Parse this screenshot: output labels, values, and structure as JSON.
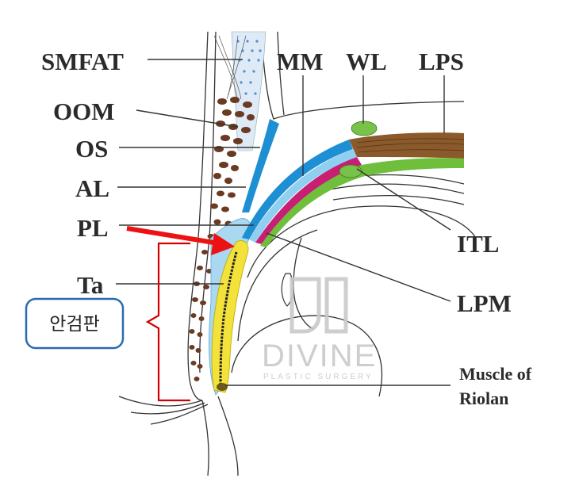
{
  "labels": {
    "smfat": "SMFAT",
    "oom": "OOM",
    "os": "OS",
    "al": "AL",
    "pl": "PL",
    "ta": "Ta",
    "mm": "MM",
    "wl": "WL",
    "lps": "LPS",
    "itl": "ITL",
    "lpm": "LPM",
    "riolan_line1": "Muscle of",
    "riolan_line2": "Riolan"
  },
  "callout": "안검판",
  "watermark": {
    "name": "DIVINE",
    "subtitle": "PLASTIC SURGERY"
  },
  "colors": {
    "fat": "#dfeaf7",
    "muscle_dots": "#6b3a22",
    "orbital_septum": "#1f8fd4",
    "levator_aponeurosis": "#1f8fd4",
    "tarsus_background": "#a9d8f0",
    "tarsus": "#f2e23a",
    "muller_muscle": "#c81e74",
    "green_layer": "#6fbf3d",
    "lps": "#8b5a2b",
    "arrow": "#ee1111",
    "bracket": "#d40000",
    "callout_border": "#2a6bb0"
  }
}
